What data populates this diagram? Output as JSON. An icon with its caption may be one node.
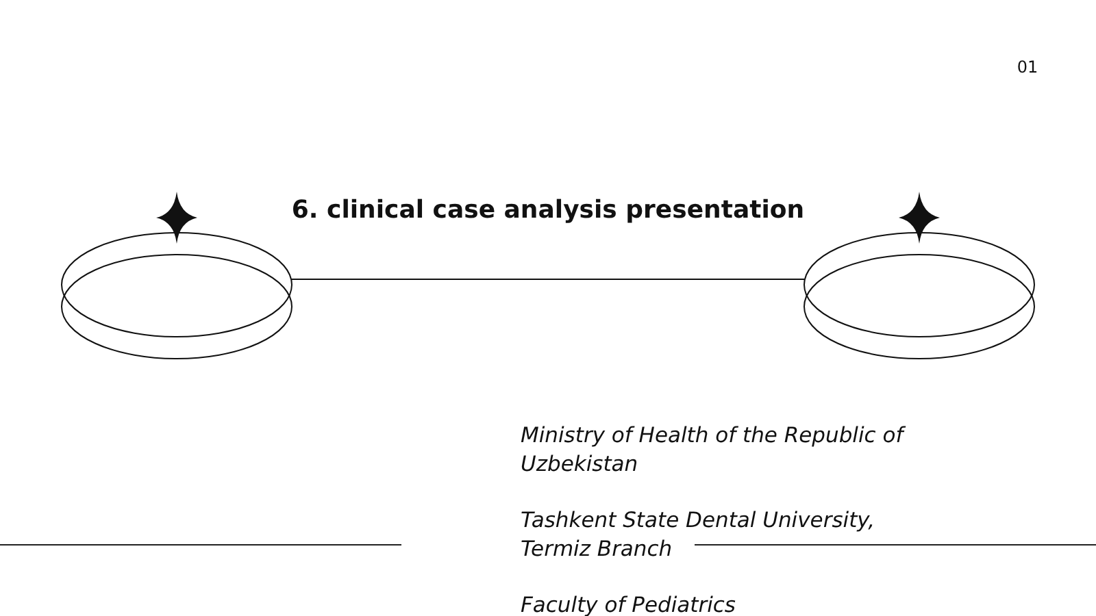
{
  "diagram": {
    "title": "6. clinical case analysis presentation",
    "nodes": [
      {
        "text": [],
        "shape": "circle"
      },
      {
        "text": [],
        "shape": "circle"
      }
    ],
    "edges": [
      {
        "from": 0,
        "to": 1,
        "arrow": "none"
      }
    ],
    "labels": [
      "01",
      "Ministry of Health of the Republic of Uzbekistan",
      "Tashkent State Dental University, Termiz Branch",
      "Faculty of Pediatrics"
    ]
  }
}
